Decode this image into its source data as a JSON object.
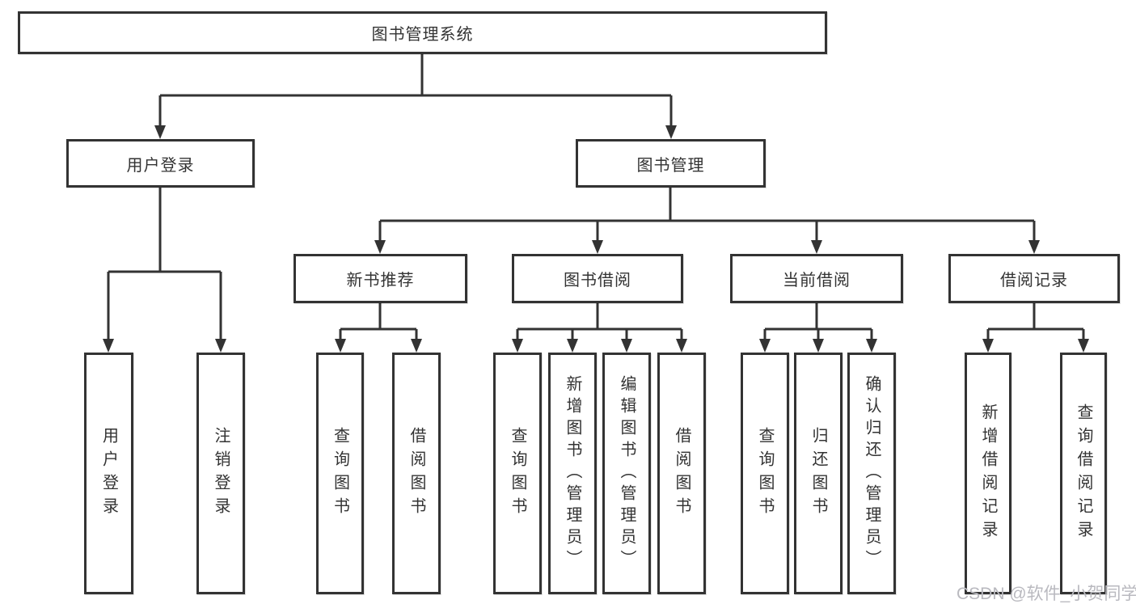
{
  "tree": {
    "root": {
      "label": "图书管理系统"
    },
    "level2": [
      {
        "label": "用户登录"
      },
      {
        "label": "图书管理"
      }
    ],
    "level3": [
      {
        "label": "新书推荐"
      },
      {
        "label": "图书借阅"
      },
      {
        "label": "当前借阅"
      },
      {
        "label": "借阅记录"
      }
    ],
    "leaves": [
      {
        "label": "用户登录"
      },
      {
        "label": "注销登录"
      },
      {
        "label": "查询图书"
      },
      {
        "label": "借阅图书"
      },
      {
        "label": "查询图书"
      },
      {
        "label": "新增图书（管理员）"
      },
      {
        "label": "编辑图书（管理员）"
      },
      {
        "label": "借阅图书"
      },
      {
        "label": "查询图书"
      },
      {
        "label": "归还图书"
      },
      {
        "label": "确认归还（管理员）"
      },
      {
        "label": "新增借阅记录"
      },
      {
        "label": "查询借阅记录"
      }
    ]
  },
  "watermark": {
    "text": "CSDN @软件_小贺同学"
  },
  "colors": {
    "line": "#333333",
    "border": "#333333",
    "text": "#333333",
    "background": "#ffffff",
    "watermark": "#b9b9bf"
  }
}
